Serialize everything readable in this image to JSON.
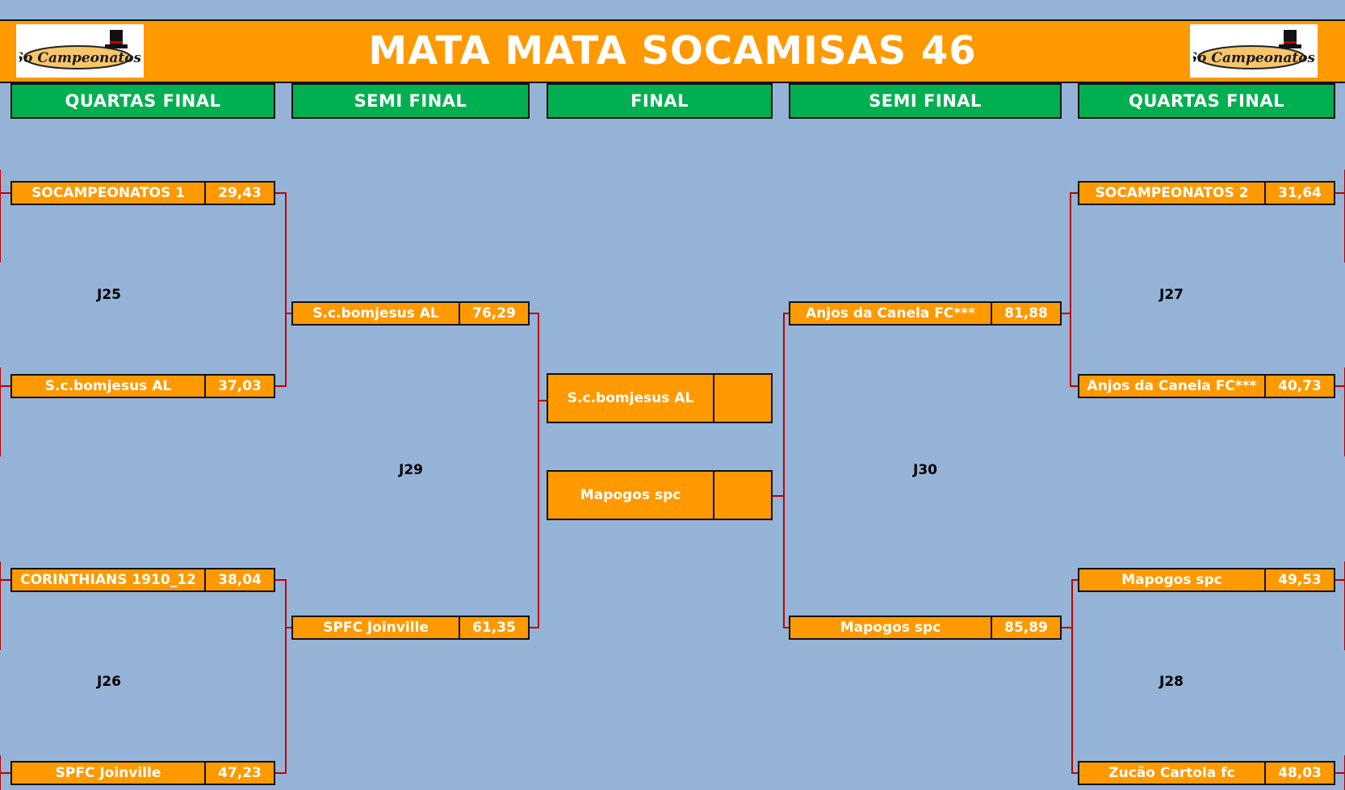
{
  "title": "MATA MATA SOCAMISAS 46",
  "logo_text": "Só Campeonatos",
  "stages": {
    "qf_left": "QUARTAS FINAL",
    "sf_left": "SEMI FINAL",
    "final": "FINAL",
    "sf_right": "SEMI FINAL",
    "qf_right": "QUARTAS FINAL"
  },
  "rounds": {
    "j25": "J25",
    "j26": "J26",
    "j29": "J29",
    "j30": "J30",
    "j27": "J27",
    "j28": "J28"
  },
  "quarterfinals_left": [
    {
      "name": "SOCAMPEONATOS 1",
      "score": "29,43"
    },
    {
      "name": "S.c.bomjesus AL",
      "score": "37,03"
    },
    {
      "name": "CORINTHIANS 1910_12",
      "score": "38,04"
    },
    {
      "name": "SPFC Joinville",
      "score": "47,23"
    }
  ],
  "semifinals_left": [
    {
      "name": "S.c.bomjesus AL",
      "score": "76,29"
    },
    {
      "name": "SPFC Joinville",
      "score": "61,35"
    }
  ],
  "final": [
    {
      "name": "S.c.bomjesus AL",
      "score": ""
    },
    {
      "name": "Mapogos spc",
      "score": ""
    }
  ],
  "semifinals_right": [
    {
      "name": "Anjos da Canela FC***",
      "score": "81,88"
    },
    {
      "name": "Mapogos spc",
      "score": "85,89"
    }
  ],
  "quarterfinals_right": [
    {
      "name": "SOCAMPEONATOS 2",
      "score": "31,64"
    },
    {
      "name": "Anjos da Canela FC***",
      "score": "40,73"
    },
    {
      "name": "Mapogos spc",
      "score": "49,53"
    },
    {
      "name": "Zucão Cartola fc",
      "score": "48,03"
    }
  ],
  "colors": {
    "background": "#95b3d7",
    "team_box": "#ff9900",
    "stage_header": "#00b050",
    "bracket_line": "#c00000"
  }
}
